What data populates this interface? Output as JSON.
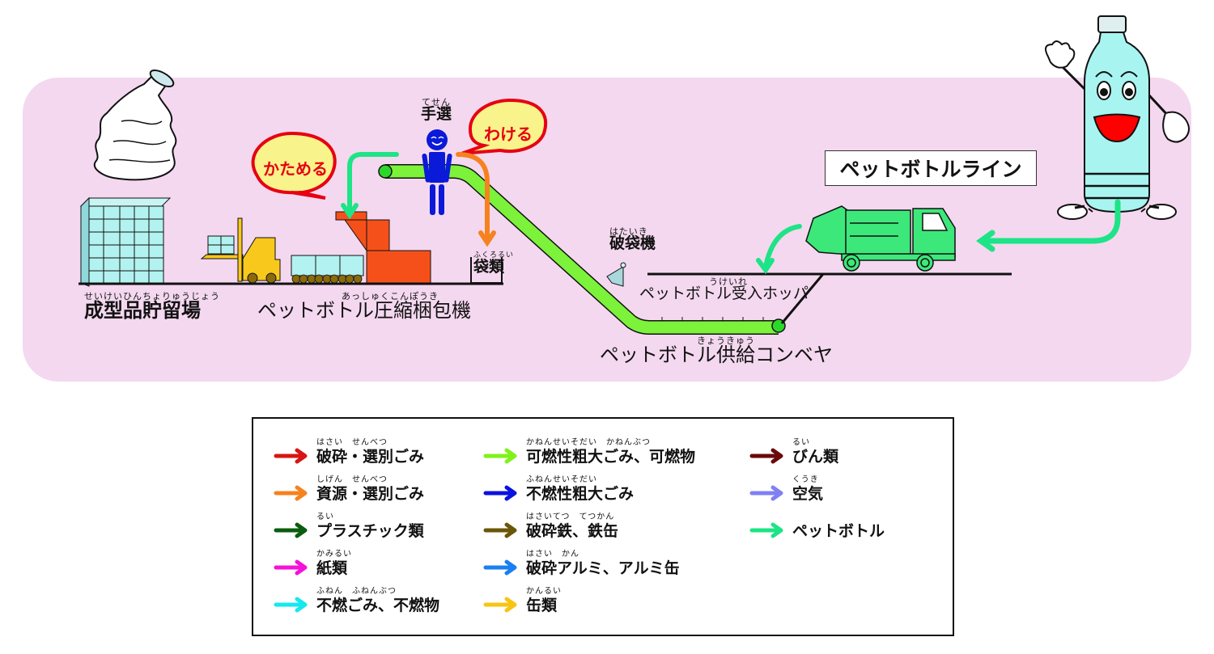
{
  "title": "ペットボトルライン",
  "speech": {
    "compress": "かためる",
    "sort": "わける"
  },
  "labels": {
    "hand_sort": {
      "ruby": "てせん",
      "text": "手選"
    },
    "storage": {
      "ruby": "せいけいひんちょりゅうじょう",
      "text": "成型品貯留場"
    },
    "baler": {
      "ruby": "あっしゅくこんぽうき",
      "text": "ペットボトル圧縮梱包機"
    },
    "bags": {
      "ruby": "ふくろるい",
      "text": "袋類"
    },
    "bag_breaker": {
      "ruby": "はたいき",
      "text": "破袋機"
    },
    "hopper": {
      "ruby": "うけいれ",
      "text": "ペットボトル受入ホッパ"
    },
    "conveyor": {
      "ruby": "きょうきゅう",
      "text": "ペットボトル供給コンベヤ"
    }
  },
  "colors": {
    "panel": "#f4d8ef",
    "pet_arrow": "#1de486",
    "resource_arrow": "#f5821f",
    "conveyor": "#7cf23a",
    "baler": "#f5501a",
    "forklift": "#f8c81c",
    "truck": "#3de87a",
    "worker": "#0a1ad8",
    "speech_fill": "#f8f38a",
    "speech_border": "#e60012"
  },
  "legend": [
    {
      "ruby": "はさい　せんべつ",
      "text": "破砕・選別ごみ",
      "color": "#d81414"
    },
    {
      "ruby": "しげん　せんべつ",
      "text": "資源・選別ごみ",
      "color": "#f5821f"
    },
    {
      "ruby": "るい",
      "text": "プラスチック類",
      "color": "#0c5c10"
    },
    {
      "ruby": "かみるい",
      "text": "紙類",
      "color": "#f512d8"
    },
    {
      "ruby": "ふねん　ふねんぶつ",
      "text": "不燃ごみ、不燃物",
      "color": "#16e8ee"
    },
    {
      "ruby": "かねんせいそだい　かねんぶつ",
      "text": "可燃性粗大ごみ、可燃物",
      "color": "#7ff21a"
    },
    {
      "ruby": "ふねんせいそだい",
      "text": "不燃性粗大ごみ",
      "color": "#0a12e0"
    },
    {
      "ruby": "はさいてつ　てつかん",
      "text": "破砕鉄、鉄缶",
      "color": "#6b5608"
    },
    {
      "ruby": "はさい　かん",
      "text": "破砕アルミ、アルミ缶",
      "color": "#1a7ff0"
    },
    {
      "ruby": "かんるい",
      "text": "缶類",
      "color": "#f8c414"
    },
    {
      "ruby": "るい",
      "text": "びん類",
      "color": "#6a0a0a"
    },
    {
      "ruby": "くうき",
      "text": "空気",
      "color": "#8080f4"
    },
    {
      "ruby": "",
      "text": "ペットボトル",
      "color": "#1de486"
    }
  ]
}
